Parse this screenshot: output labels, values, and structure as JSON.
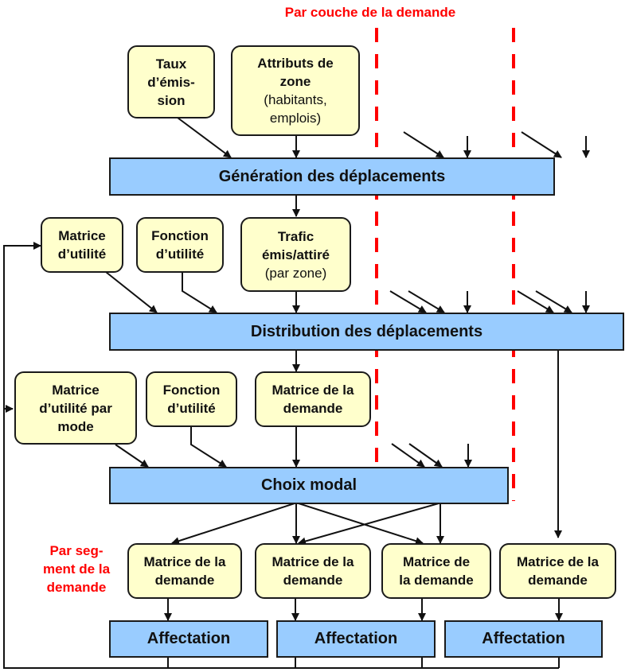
{
  "colors": {
    "input_box_fill": "#ffffcc",
    "step_box_fill": "#99ccff",
    "border": "#1a1a1a",
    "annotation": "#ff0000"
  },
  "annotations": {
    "demand_layer": "Par couche de la demande",
    "demand_segment": [
      "Par seg-",
      "ment de la",
      "demande"
    ]
  },
  "steps": {
    "generation": "Génération des déplacements",
    "distribution": "Distribution des déplacements",
    "modal_choice": "Choix modal",
    "assignment": [
      "Affectation",
      "Affectation",
      "Affectation"
    ]
  },
  "inputs": {
    "emission_rate": [
      "Taux",
      "d’émis-",
      "sion"
    ],
    "zone_attributes": {
      "bold": [
        "Attributs de",
        "zone"
      ],
      "normal": [
        "(habitants,",
        "emplois)"
      ]
    },
    "utility_matrix": [
      "Matrice",
      "d’utilité"
    ],
    "utility_function_1": [
      "Fonction",
      "d’utilité"
    ],
    "traffic_generated": {
      "bold": [
        "Trafic",
        "émis/attiré"
      ],
      "normal": [
        "(par zone)"
      ]
    },
    "utility_matrix_by_mode": [
      "Matrice",
      "d’utilité par",
      "mode"
    ],
    "utility_function_2": [
      "Fonction",
      "d’utilité"
    ],
    "demand_matrix_main": [
      "Matrice de la",
      "demande"
    ],
    "demand_matrix_seg1": [
      "Matrice de la",
      "demande"
    ],
    "demand_matrix_seg2": [
      "Matrice de la",
      "demande"
    ],
    "demand_matrix_seg3": [
      "Matrice de",
      "la demande"
    ],
    "demand_matrix_seg4": [
      "Matrice de la",
      "demande"
    ]
  }
}
